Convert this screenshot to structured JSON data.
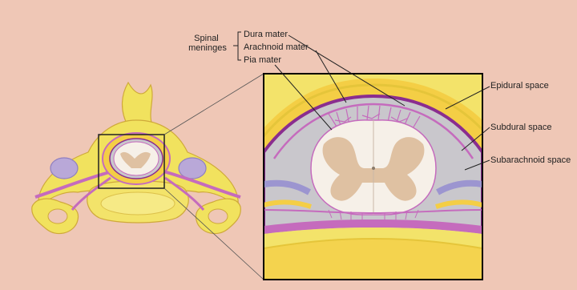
{
  "labels": {
    "group": [
      "Spinal",
      "meninges"
    ],
    "dura": "Dura mater",
    "arachnoid": "Arachnoid mater",
    "pia": "Pia mater",
    "epidural": "Epidural space",
    "subdural": "Subdural space",
    "subarachnoid": "Subarachnoid space"
  },
  "colors": {
    "background": "#efc7b6",
    "bone": "#f1e25e",
    "bone_dark": "#e5c53a",
    "fat": "#f4ce45",
    "meninges": "#c56bbd",
    "dura": "#8a2d8f",
    "csf": "#c9c7cc",
    "white_matter": "#f6f0e8",
    "gray_matter": "#dfc1a2",
    "disc": "#b9a8d8",
    "frame": "#000000"
  }
}
